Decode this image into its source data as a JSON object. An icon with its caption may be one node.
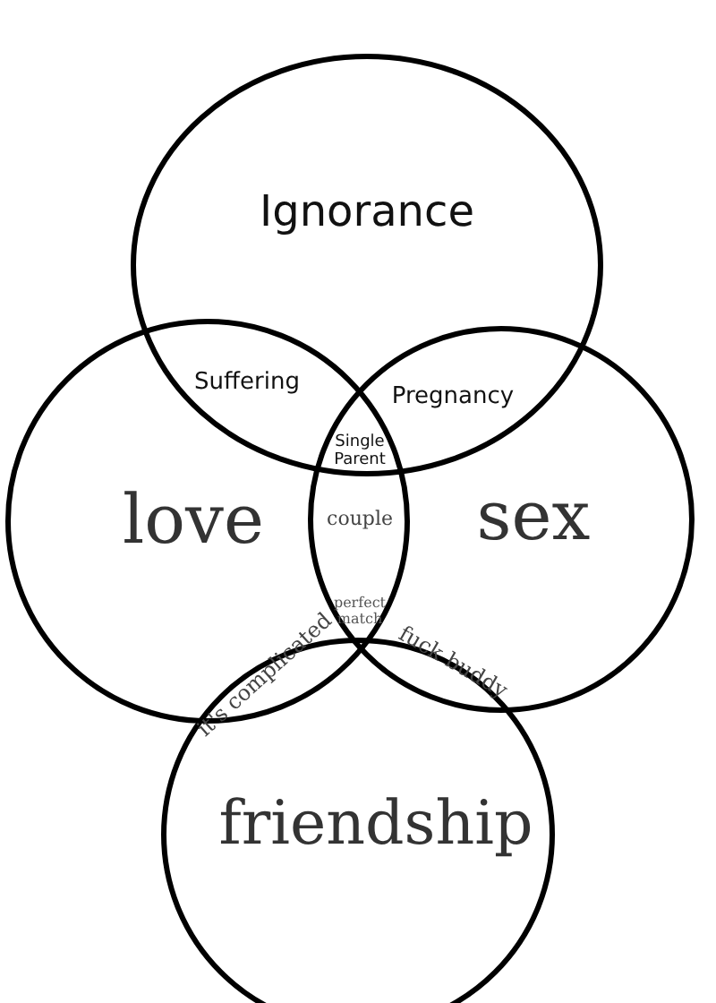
{
  "diagram": {
    "nodes": [
      {
        "text": [
          "Ignorance"
        ]
      },
      {
        "text": [
          "love"
        ]
      },
      {
        "text": [
          "sex"
        ]
      },
      {
        "text": [
          "friendship"
        ]
      }
    ],
    "labels": [
      "Suffering",
      "Pregnancy",
      "Single Parent",
      "couple",
      "perfect match",
      "it's complicated",
      "fuck buddy"
    ]
  }
}
